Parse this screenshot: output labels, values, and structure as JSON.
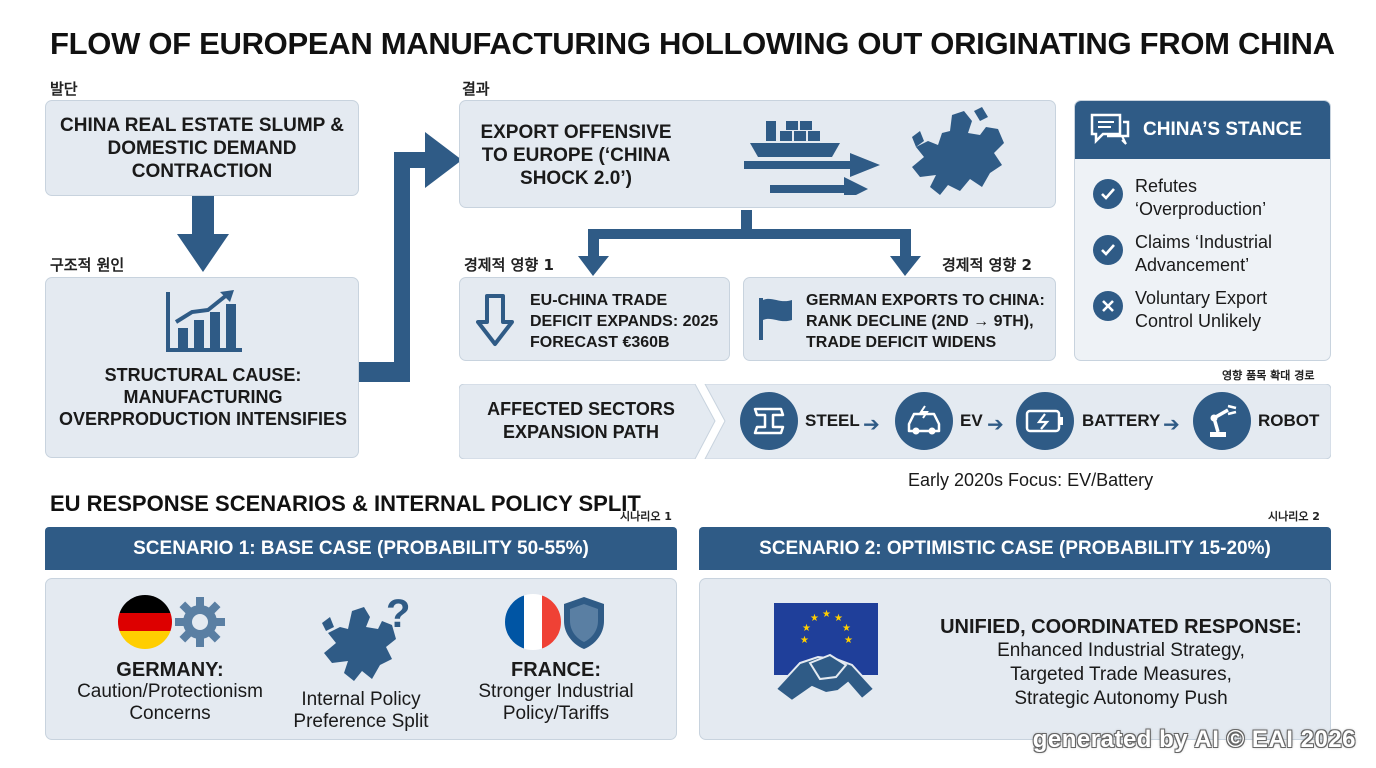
{
  "title": "FLOW OF EUROPEAN MANUFACTURING HOLLOWING OUT ORIGINATING FROM CHINA",
  "labels": {
    "origin": "발단",
    "result": "결과",
    "structural": "구조적 원인",
    "impact1": "경제적 영향 1",
    "impact2": "경제적 영향 2",
    "sector_path": "영향 품목 확대 경로",
    "scenario1": "시나리오 1",
    "scenario2": "시나리오 2"
  },
  "origin_box": "CHINA REAL ESTATE SLUMP & DOMESTIC DEMAND CONTRACTION",
  "structural_box": "STRUCTURAL CAUSE: MANUFACTURING OVERPRODUCTION INTENSIFIES",
  "export_box": "EXPORT OFFENSIVE TO EUROPE (‘CHINA SHOCK 2.0’)",
  "impact1_box": "EU-CHINA TRADE DEFICIT EXPANDS: 2025 FORECAST €360B",
  "impact2_box": "GERMAN EXPORTS TO CHINA: RANK DECLINE (2ND → 9TH), TRADE DEFICIT WIDENS",
  "stance": {
    "title": "CHINA’S STANCE",
    "items": [
      {
        "icon": "check-icon",
        "text": "Refutes ‘Overproduction’"
      },
      {
        "icon": "check-icon",
        "text": "Claims ‘Industrial Advancement’"
      },
      {
        "icon": "x-icon",
        "text": "Voluntary Export Control Unlikely"
      }
    ]
  },
  "sectors": {
    "title": "AFFECTED SECTORS EXPANSION PATH",
    "items": [
      "STEEL",
      "EV",
      "BATTERY",
      "ROBOT"
    ],
    "note": "Early 2020s Focus: EV/Battery"
  },
  "eu_section_title": "EU RESPONSE SCENARIOS & INTERNAL POLICY SPLIT",
  "scenario1": {
    "banner": "SCENARIO 1: BASE CASE (PROBABILITY 50-55%)",
    "germany_title": "GERMANY:",
    "germany_text": "Caution/Protectionism Concerns",
    "split_text": "Internal Policy Preference Split",
    "france_title": "FRANCE:",
    "france_text": "Stronger Industrial Policy/Tariffs"
  },
  "scenario2": {
    "banner": "SCENARIO 2: OPTIMISTIC CASE (PROBABILITY 15-20%)",
    "heading": "UNIFIED, COORDINATED RESPONSE:",
    "lines": [
      "Enhanced Industrial Strategy,",
      "Targeted Trade Measures,",
      "Strategic Autonomy Push"
    ]
  },
  "watermark": "generated by AI © EAI 2026",
  "colors": {
    "accent": "#2f5b86",
    "box": "#e4eaf1",
    "germany": [
      "#000000",
      "#dd0000",
      "#ffce00"
    ],
    "france": [
      "#0055a4",
      "#ffffff",
      "#ef4135"
    ],
    "eu_flag": "#1f3f9a"
  }
}
